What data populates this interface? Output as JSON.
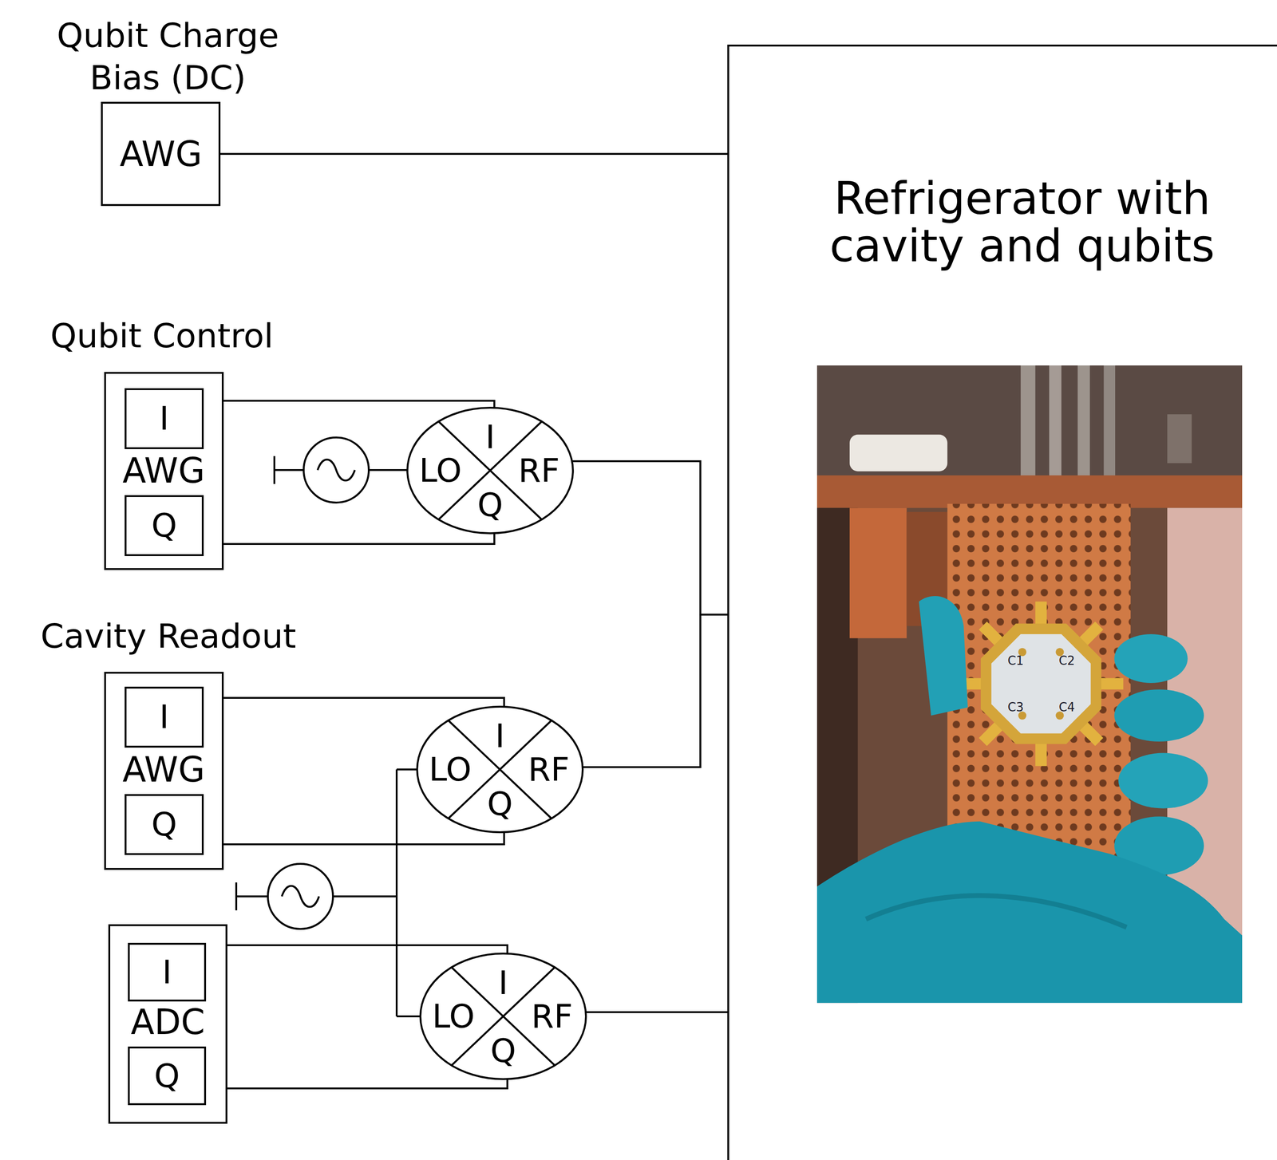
{
  "diagram": {
    "nodes": [
      {
        "text": [
          "Qubit Charge Bias (DC)",
          "AWG"
        ]
      },
      {
        "text": [
          "Refrigerator with cavity and qubits"
        ]
      },
      {
        "text": [
          "Qubit Control",
          "AWG"
        ]
      },
      {
        "text": [
          "I"
        ],
        "in": 2
      },
      {
        "text": [
          "Q"
        ],
        "in": 2
      },
      {
        "text": [
          "I",
          "LO",
          "RF",
          "Q"
        ]
      },
      {
        "text": [
          "Cavity Readout",
          "AWG"
        ]
      },
      {
        "text": [
          "I"
        ],
        "in": 6
      },
      {
        "text": [
          "Q"
        ],
        "in": 6
      },
      {
        "text": [
          "I",
          "LO",
          "RF",
          "Q"
        ]
      },
      {
        "text": [
          "ADC"
        ]
      },
      {
        "text": [
          "I"
        ],
        "in": 10
      },
      {
        "text": [
          "Q"
        ],
        "in": 10
      },
      {
        "text": [
          "I",
          "LO",
          "RF",
          "Q"
        ]
      }
    ],
    "edges": [
      {
        "from": 0,
        "to": 1,
        "arrow": "none"
      },
      {
        "from": 2,
        "to": 5,
        "arrow": "none"
      },
      {
        "from": 2,
        "to": 5,
        "arrow": "none"
      },
      {
        "from": 5,
        "to": 1,
        "arrow": "none"
      },
      {
        "from": 6,
        "to": 9,
        "arrow": "none"
      },
      {
        "from": 6,
        "to": 9,
        "arrow": "none"
      },
      {
        "from": 9,
        "to": 1,
        "arrow": "none"
      },
      {
        "from": 10,
        "to": 13,
        "arrow": "none"
      },
      {
        "from": 10,
        "to": 13,
        "arrow": "none"
      },
      {
        "from": 13,
        "to": 1,
        "arrow": "none"
      }
    ],
    "labels": [
      "C1",
      "C2",
      "C3",
      "C4"
    ]
  }
}
